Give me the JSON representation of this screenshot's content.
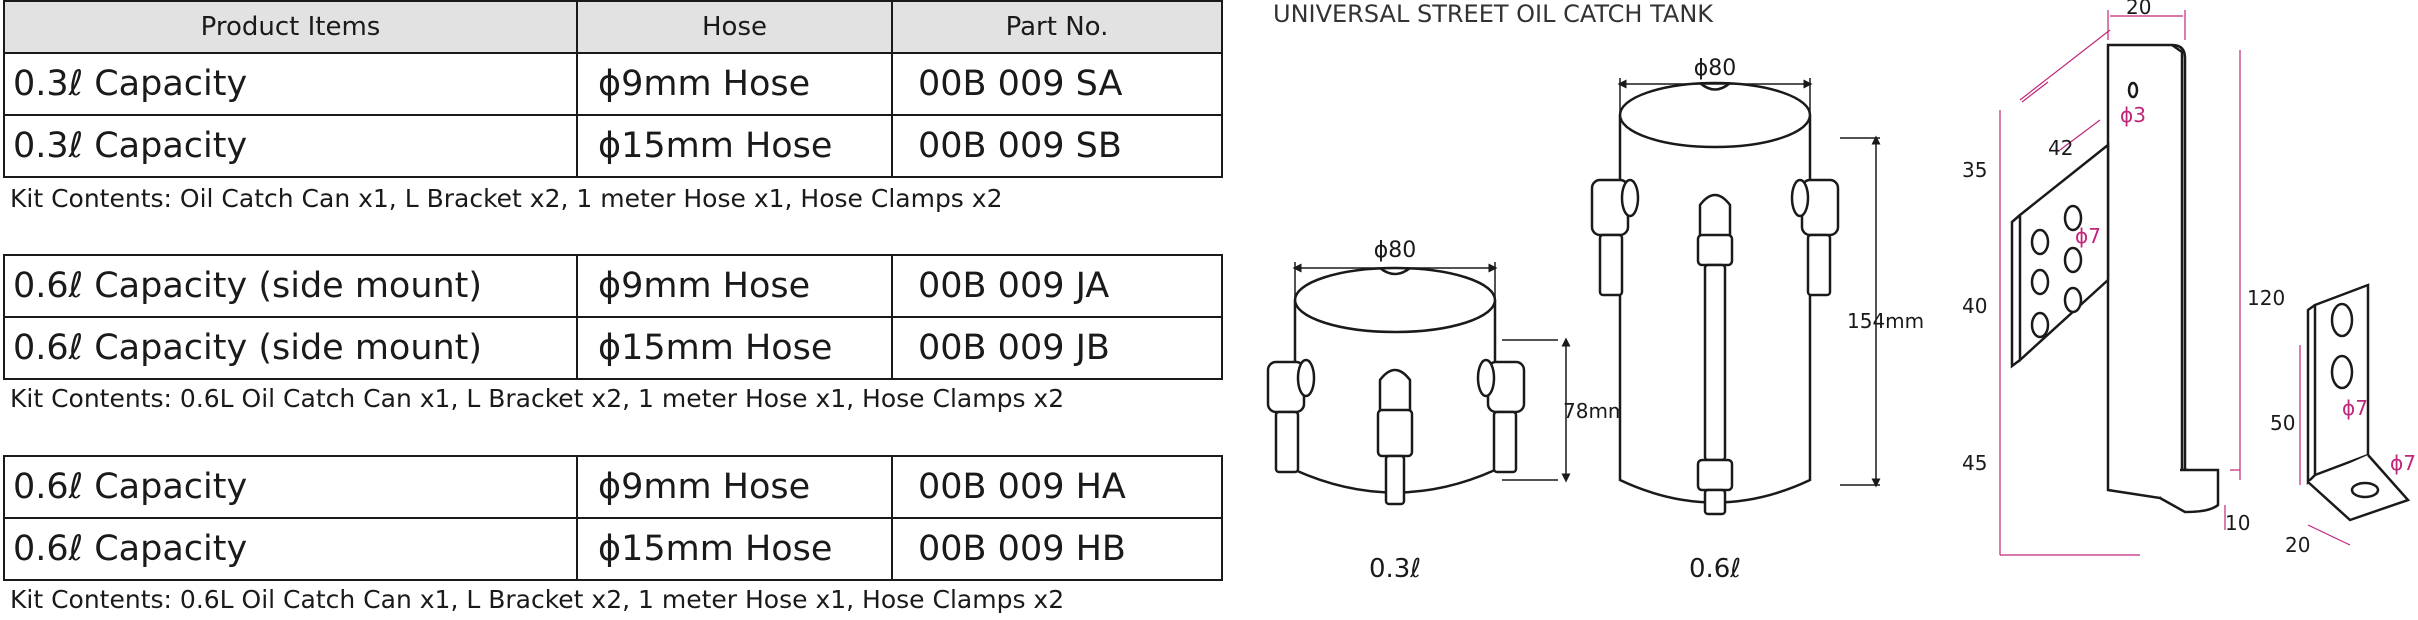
{
  "columns": [
    "Product Items",
    "Hose",
    "Part No."
  ],
  "groups": [
    {
      "rows": [
        {
          "item": "0.3ℓ Capacity",
          "hose": "ϕ9mm Hose",
          "part": "00B 009 SA"
        },
        {
          "item": "0.3ℓ Capacity",
          "hose": "ϕ15mm Hose",
          "part": "00B 009 SB"
        }
      ],
      "kit": "Kit Contents: Oil Catch Can x1, L Bracket x2, 1 meter Hose x1, Hose Clamps x2"
    },
    {
      "rows": [
        {
          "item": "0.6ℓ Capacity (side mount)",
          "hose": "ϕ9mm Hose",
          "part": "00B 009 JA"
        },
        {
          "item": "0.6ℓ Capacity (side mount)",
          "hose": "ϕ15mm Hose",
          "part": "00B 009 JB"
        }
      ],
      "kit": "Kit Contents: 0.6L Oil Catch Can x1, L Bracket x2, 1 meter Hose x1, Hose Clamps x2"
    },
    {
      "rows": [
        {
          "item": "0.6ℓ Capacity",
          "hose": "ϕ9mm Hose",
          "part": "00B 009 HA"
        },
        {
          "item": "0.6ℓ Capacity",
          "hose": "ϕ15mm Hose",
          "part": "00B 009 HB"
        }
      ],
      "kit": "Kit Contents: 0.6L Oil Catch Can x1, L Bracket x2, 1 meter Hose x1, Hose Clamps x2"
    }
  ],
  "diagram": {
    "title": "UNIVERSAL STREET OIL CATCH TANK",
    "small_can": {
      "caption": "0.3ℓ",
      "diameter": "ϕ80",
      "height": "78mm"
    },
    "large_can": {
      "caption": "0.6ℓ",
      "diameter": "ϕ80",
      "height": "154mm"
    },
    "tall_bracket": {
      "width": "20",
      "hole_top": "ϕ3",
      "plate_width": "42",
      "hole_plate": "ϕ7",
      "dim_35": "35",
      "dim_40": "40",
      "dim_45": "45",
      "dim_120": "120",
      "dim_10": "10"
    },
    "l_bracket": {
      "hole": "ϕ7",
      "hole_base": "ϕ7",
      "height": "50",
      "base": "20"
    },
    "colors": {
      "dimension": "#c0267a",
      "line": "#1a1a1a"
    }
  }
}
